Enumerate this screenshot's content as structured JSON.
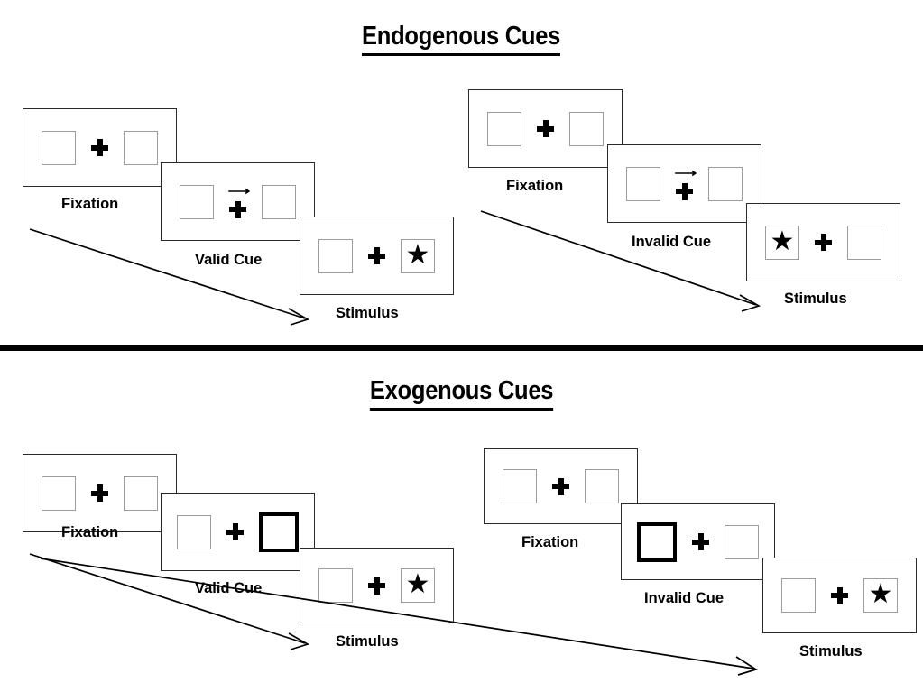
{
  "figure": {
    "sections": [
      {
        "id": "endogenous",
        "title": "Endogenous Cues",
        "groups": [
          {
            "id": "endogenous-valid",
            "panels": [
              {
                "stage_label": "Fixation",
                "cue_type": "none",
                "cue_side": "none",
                "stimulus_side": "none"
              },
              {
                "stage_label": "Valid Cue",
                "cue_type": "arrow",
                "cue_side": "right",
                "stimulus_side": "none"
              },
              {
                "stage_label": "Stimulus",
                "cue_type": "none",
                "cue_side": "none",
                "stimulus_side": "right"
              }
            ]
          },
          {
            "id": "endogenous-invalid",
            "panels": [
              {
                "stage_label": "Fixation",
                "cue_type": "none",
                "cue_side": "none",
                "stimulus_side": "none"
              },
              {
                "stage_label": "Invalid Cue",
                "cue_type": "arrow",
                "cue_side": "right",
                "stimulus_side": "none"
              },
              {
                "stage_label": "Stimulus",
                "cue_type": "none",
                "cue_side": "none",
                "stimulus_side": "left"
              }
            ]
          }
        ]
      },
      {
        "id": "exogenous",
        "title": "Exogenous Cues",
        "groups": [
          {
            "id": "exogenous-valid",
            "panels": [
              {
                "stage_label": "Fixation",
                "cue_type": "none",
                "cue_side": "none",
                "stimulus_side": "none"
              },
              {
                "stage_label": "Valid Cue",
                "cue_type": "highlight",
                "cue_side": "right",
                "stimulus_side": "none"
              },
              {
                "stage_label": "Stimulus",
                "cue_type": "none",
                "cue_side": "none",
                "stimulus_side": "right"
              }
            ]
          },
          {
            "id": "exogenous-invalid",
            "panels": [
              {
                "stage_label": "Fixation",
                "cue_type": "none",
                "cue_side": "none",
                "stimulus_side": "none"
              },
              {
                "stage_label": "Invalid Cue",
                "cue_type": "highlight",
                "cue_side": "left",
                "stimulus_side": "none"
              },
              {
                "stage_label": "Stimulus",
                "cue_type": "none",
                "cue_side": "none",
                "stimulus_side": "right"
              }
            ]
          }
        ]
      }
    ],
    "icons": {
      "fixation": "fixation-cross-icon",
      "cue_arrow": "right-arrow-cue-icon",
      "target": "star-target-icon",
      "time_arrow": "time-progression-arrow-icon"
    },
    "colors": {
      "ink": "#000000",
      "panel_border": "#2b2b2b",
      "box_border": "#9c9c9c",
      "cued_box_border": "#000000",
      "background": "#ffffff",
      "divider": "#000000"
    },
    "star_glyph": "★"
  }
}
